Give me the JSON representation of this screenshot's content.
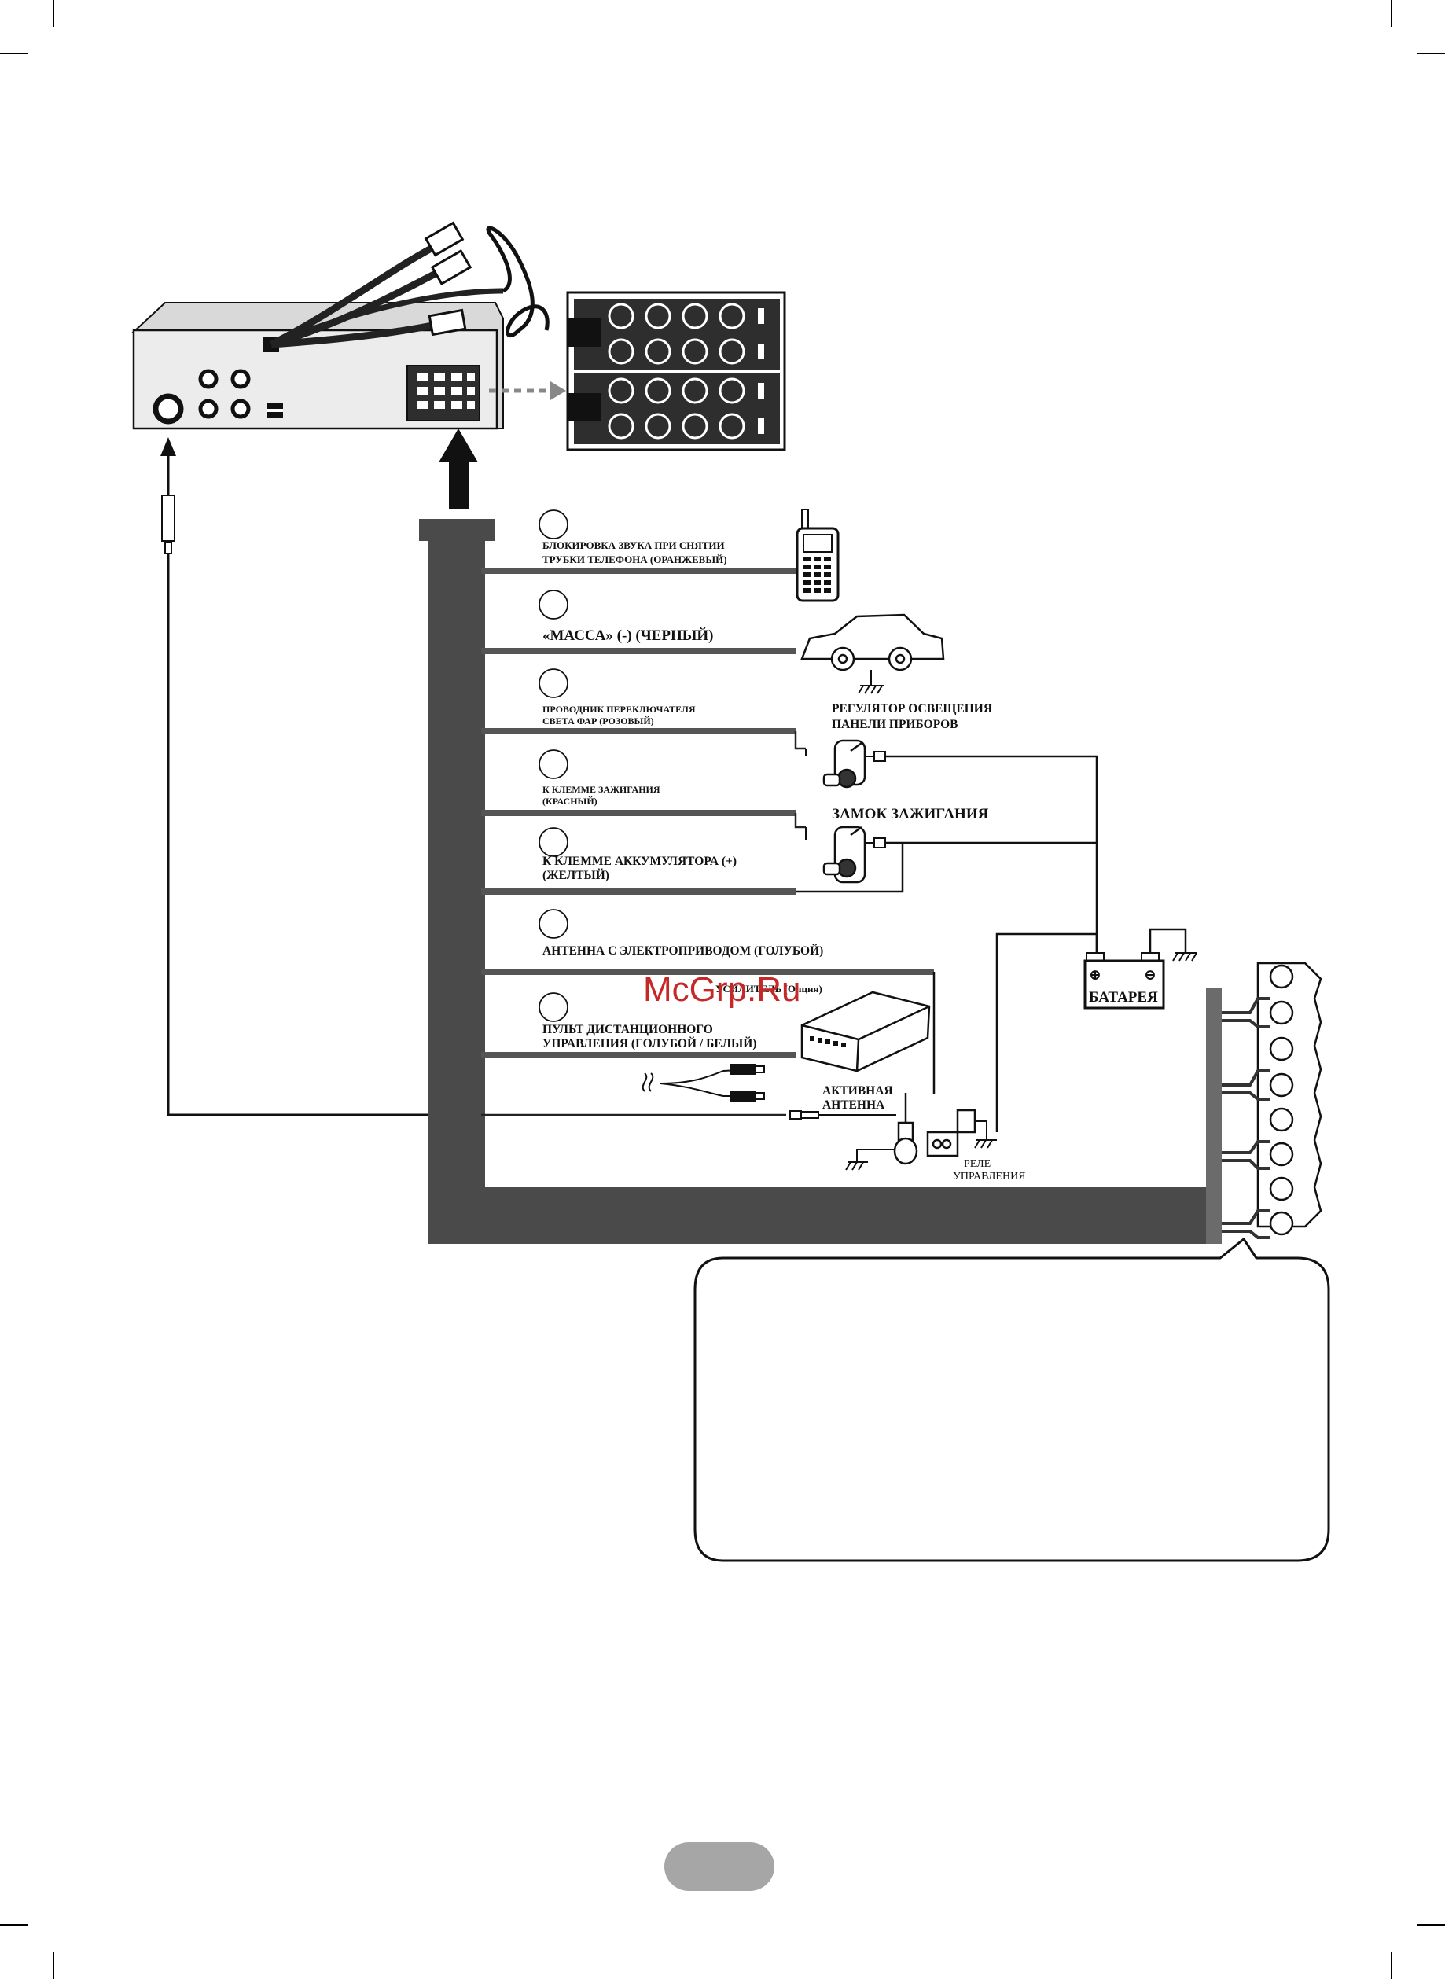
{
  "wires": [
    {
      "label_lines": [
        "БЛОКИРОВКА ЗВУКА ПРИ СНЯТИИ",
        "ТРУБКИ ТЕЛЕФОНА (ОРАНЖЕВЫЙ)"
      ]
    },
    {
      "label_lines": [
        "«МАССА» (-) (ЧЕРНЫЙ)"
      ]
    },
    {
      "label_lines": [
        "ПРОВОДНИК ПЕРЕКЛЮЧАТЕЛЯ",
        "СВЕТА ФАР (РОЗОВЫЙ)"
      ]
    },
    {
      "label_lines": [
        "К КЛЕММЕ ЗАЖИГАНИЯ",
        "(КРАСНЫЙ)"
      ]
    },
    {
      "label_lines": [
        "К КЛЕММЕ АККУМУЛЯТОРА (+)",
        "(ЖЕЛТЫЙ)"
      ]
    },
    {
      "label_lines": [
        "АНТЕННА С ЭЛЕКТРОПРИВОДОМ (ГОЛУБОЙ)"
      ]
    },
    {
      "label_lines": [
        "ПУЛЬТ ДИСТАНЦИОННОГО",
        "УПРАВЛЕНИЯ (ГОЛУБОЙ / БЕЛЫЙ)"
      ]
    }
  ],
  "devices": {
    "dimmer": [
      "РЕГУЛЯТОР ОСВЕЩЕНИЯ",
      "ПАНЕЛИ ПРИБОРОВ"
    ],
    "ignition": "ЗАМОК ЗАЖИГАНИЯ",
    "battery": "БАТАРЕЯ",
    "battery_plus": "⊕",
    "battery_minus": "⊖",
    "amplifier": "УСИЛИТЕЛЬ (Опция)",
    "active_antenna": [
      "АКТИВНАЯ",
      "АНТЕННА"
    ],
    "relay": [
      "РЕЛЕ",
      "УПРАВЛЕНИЯ"
    ]
  },
  "watermark": "McGrp.Ru",
  "colors": {
    "harness": "#4a4a4a",
    "wire": "#555555",
    "line": "#111111",
    "watermark": "#c62828",
    "pager": "#a6a6a6"
  }
}
